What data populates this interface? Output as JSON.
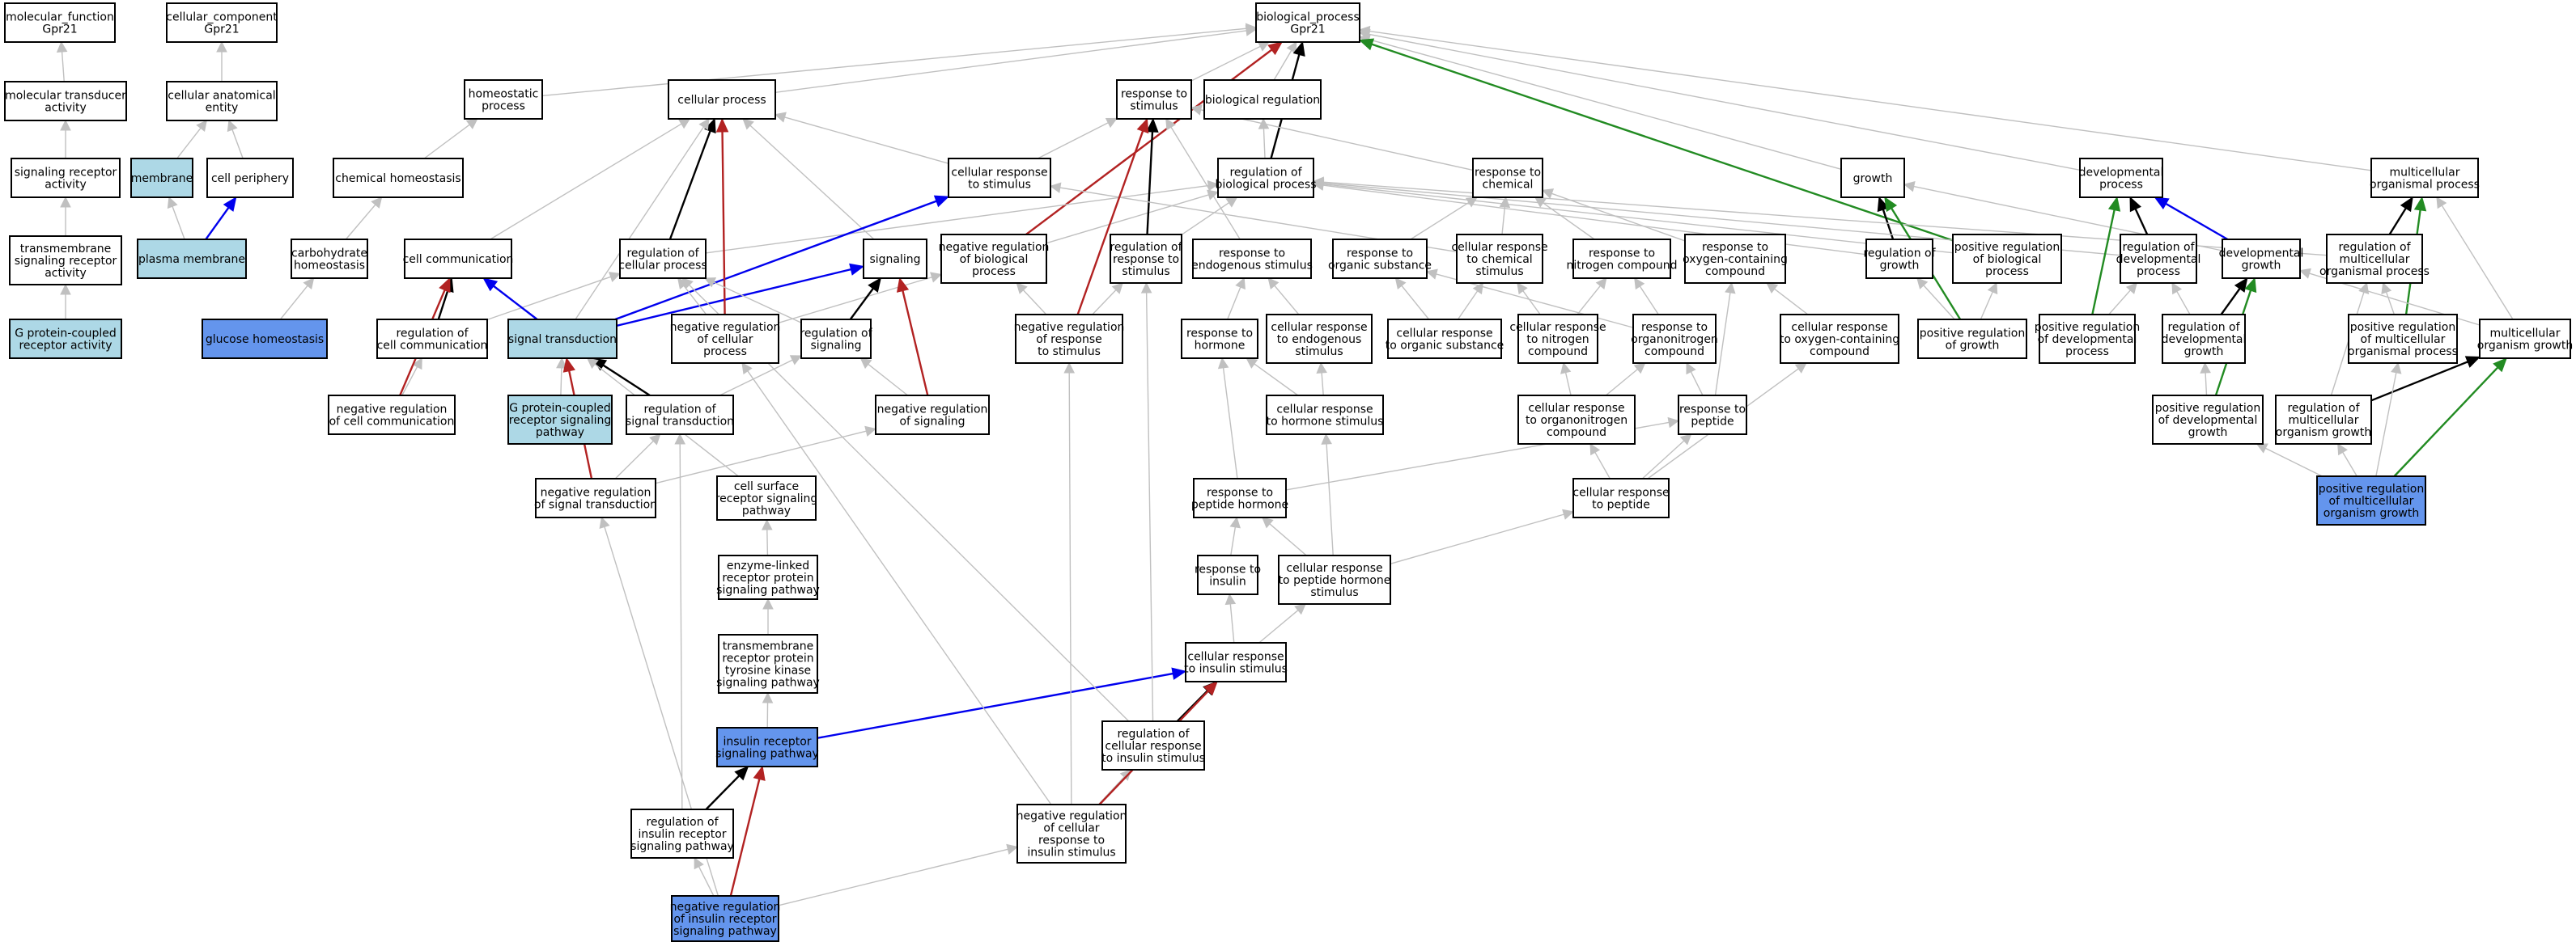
{
  "colors": {
    "plain": "#ffffff",
    "light": "#add8e6",
    "dark": "#6495ed",
    "edge_gray": "#c0c0c0",
    "edge_black": "#000000",
    "edge_red": "#b22222",
    "edge_blue": "#0000ee",
    "edge_green": "#228b22"
  },
  "nodes": [
    {
      "id": "mf",
      "lines": [
        "molecular_function",
        "Gpr21"
      ],
      "fill": "plain"
    },
    {
      "id": "cc",
      "lines": [
        "cellular_component",
        "Gpr21"
      ],
      "fill": "plain"
    },
    {
      "id": "bp",
      "lines": [
        "biological_process",
        "Gpr21"
      ],
      "fill": "plain"
    },
    {
      "id": "mta",
      "lines": [
        "molecular transducer",
        "activity"
      ],
      "fill": "plain"
    },
    {
      "id": "cae",
      "lines": [
        "cellular anatomical",
        "entity"
      ],
      "fill": "plain"
    },
    {
      "id": "sra",
      "lines": [
        "signaling receptor",
        "activity"
      ],
      "fill": "plain"
    },
    {
      "id": "membrane",
      "lines": [
        "membrane"
      ],
      "fill": "light"
    },
    {
      "id": "cellper",
      "lines": [
        "cell periphery"
      ],
      "fill": "plain"
    },
    {
      "id": "tsra",
      "lines": [
        "transmembrane",
        "signaling receptor",
        "activity"
      ],
      "fill": "plain"
    },
    {
      "id": "pm",
      "lines": [
        "plasma membrane"
      ],
      "fill": "light"
    },
    {
      "id": "gpcra",
      "lines": [
        "G protein-coupled",
        "receptor activity"
      ],
      "fill": "light"
    },
    {
      "id": "homeo",
      "lines": [
        "homeostatic",
        "process"
      ],
      "fill": "plain"
    },
    {
      "id": "chemhomeo",
      "lines": [
        "chemical homeostasis"
      ],
      "fill": "plain"
    },
    {
      "id": "carbhomeo",
      "lines": [
        "carbohydrate",
        "homeostasis"
      ],
      "fill": "plain"
    },
    {
      "id": "glucose",
      "lines": [
        "glucose homeostasis"
      ],
      "fill": "dark"
    },
    {
      "id": "cellproc",
      "lines": [
        "cellular process"
      ],
      "fill": "plain"
    },
    {
      "id": "rts",
      "lines": [
        "response to",
        "stimulus"
      ],
      "fill": "plain"
    },
    {
      "id": "bioreg",
      "lines": [
        "biological regulation"
      ],
      "fill": "plain"
    },
    {
      "id": "crts",
      "lines": [
        "cellular response",
        "to stimulus"
      ],
      "fill": "plain"
    },
    {
      "id": "robp",
      "lines": [
        "regulation of",
        "biological process"
      ],
      "fill": "plain"
    },
    {
      "id": "rtchem",
      "lines": [
        "response to",
        "chemical"
      ],
      "fill": "plain"
    },
    {
      "id": "growth",
      "lines": [
        "growth"
      ],
      "fill": "plain"
    },
    {
      "id": "devproc",
      "lines": [
        "developmental",
        "process"
      ],
      "fill": "plain"
    },
    {
      "id": "mop",
      "lines": [
        "multicellular",
        "organismal process"
      ],
      "fill": "plain"
    },
    {
      "id": "cellcomm",
      "lines": [
        "cell communication"
      ],
      "fill": "plain"
    },
    {
      "id": "rocp",
      "lines": [
        "regulation of",
        "cellular process"
      ],
      "fill": "plain"
    },
    {
      "id": "signaling",
      "lines": [
        "signaling"
      ],
      "fill": "plain"
    },
    {
      "id": "nrbp",
      "lines": [
        "negative regulation",
        "of biological",
        "process"
      ],
      "fill": "plain"
    },
    {
      "id": "rors",
      "lines": [
        "regulation of",
        "response to",
        "stimulus"
      ],
      "fill": "plain"
    },
    {
      "id": "rtes",
      "lines": [
        "response to",
        "endogenous stimulus"
      ],
      "fill": "plain"
    },
    {
      "id": "rtos",
      "lines": [
        "response to",
        "organic substance"
      ],
      "fill": "plain"
    },
    {
      "id": "crtcs",
      "lines": [
        "cellular response",
        "to chemical",
        "stimulus"
      ],
      "fill": "plain"
    },
    {
      "id": "rtnc",
      "lines": [
        "response to",
        "nitrogen compound"
      ],
      "fill": "plain"
    },
    {
      "id": "rtocc",
      "lines": [
        "response to",
        "oxygen-containing",
        "compound"
      ],
      "fill": "plain"
    },
    {
      "id": "rog",
      "lines": [
        "regulation of",
        "growth"
      ],
      "fill": "plain"
    },
    {
      "id": "prbp",
      "lines": [
        "positive regulation",
        "of biological",
        "process"
      ],
      "fill": "plain"
    },
    {
      "id": "rodp",
      "lines": [
        "regulation of",
        "developmental",
        "process"
      ],
      "fill": "plain"
    },
    {
      "id": "devgrowth",
      "lines": [
        "developmental",
        "growth"
      ],
      "fill": "plain"
    },
    {
      "id": "romop",
      "lines": [
        "regulation of",
        "multicellular",
        "organismal process"
      ],
      "fill": "plain"
    },
    {
      "id": "rocc",
      "lines": [
        "regulation of",
        "cell communication"
      ],
      "fill": "plain"
    },
    {
      "id": "sigtrans",
      "lines": [
        "signal transduction"
      ],
      "fill": "light"
    },
    {
      "id": "nrcp",
      "lines": [
        "negative regulation",
        "of cellular",
        "process"
      ],
      "fill": "plain"
    },
    {
      "id": "ros",
      "lines": [
        "regulation of",
        "signaling"
      ],
      "fill": "plain"
    },
    {
      "id": "nrrs",
      "lines": [
        "negative regulation",
        "of response",
        "to stimulus"
      ],
      "fill": "plain"
    },
    {
      "id": "rthormone",
      "lines": [
        "response to",
        "hormone"
      ],
      "fill": "plain"
    },
    {
      "id": "crtes",
      "lines": [
        "cellular response",
        "to endogenous",
        "stimulus"
      ],
      "fill": "plain"
    },
    {
      "id": "crtos",
      "lines": [
        "cellular response",
        "to organic substance"
      ],
      "fill": "plain"
    },
    {
      "id": "crtnc",
      "lines": [
        "cellular response",
        "to nitrogen",
        "compound"
      ],
      "fill": "plain"
    },
    {
      "id": "rtonc",
      "lines": [
        "response to",
        "organonitrogen",
        "compound"
      ],
      "fill": "plain"
    },
    {
      "id": "crtocc",
      "lines": [
        "cellular response",
        "to oxygen-containing",
        "compound"
      ],
      "fill": "plain"
    },
    {
      "id": "prog",
      "lines": [
        "positive regulation",
        "of growth"
      ],
      "fill": "plain"
    },
    {
      "id": "prdp",
      "lines": [
        "positive regulation",
        "of developmental",
        "process"
      ],
      "fill": "plain"
    },
    {
      "id": "rodg",
      "lines": [
        "regulation of",
        "developmental",
        "growth"
      ],
      "fill": "plain"
    },
    {
      "id": "prmop",
      "lines": [
        "positive regulation",
        "of multicellular",
        "organismal process"
      ],
      "fill": "plain"
    },
    {
      "id": "mog",
      "lines": [
        "multicellular",
        "organism growth"
      ],
      "fill": "plain"
    },
    {
      "id": "nrcc",
      "lines": [
        "negative regulation",
        "of cell communication"
      ],
      "fill": "plain"
    },
    {
      "id": "gpcrsp",
      "lines": [
        "G protein-coupled",
        "receptor signaling",
        "pathway"
      ],
      "fill": "light"
    },
    {
      "id": "rost",
      "lines": [
        "regulation of",
        "signal transduction"
      ],
      "fill": "plain"
    },
    {
      "id": "nrsig",
      "lines": [
        "negative regulation",
        "of signaling"
      ],
      "fill": "plain"
    },
    {
      "id": "crths",
      "lines": [
        "cellular response",
        "to hormone stimulus"
      ],
      "fill": "plain"
    },
    {
      "id": "crtonc",
      "lines": [
        "cellular response",
        "to organonitrogen",
        "compound"
      ],
      "fill": "plain"
    },
    {
      "id": "rtpep",
      "lines": [
        "response to",
        "peptide"
      ],
      "fill": "plain"
    },
    {
      "id": "prdg",
      "lines": [
        "positive regulation",
        "of developmental",
        "growth"
      ],
      "fill": "plain"
    },
    {
      "id": "romog",
      "lines": [
        "regulation of",
        "multicellular",
        "organism growth"
      ],
      "fill": "plain"
    },
    {
      "id": "nrst",
      "lines": [
        "negative regulation",
        "of signal transduction"
      ],
      "fill": "plain"
    },
    {
      "id": "csrsp",
      "lines": [
        "cell surface",
        "receptor signaling",
        "pathway"
      ],
      "fill": "plain"
    },
    {
      "id": "rtph",
      "lines": [
        "response to",
        "peptide hormone"
      ],
      "fill": "plain"
    },
    {
      "id": "crtpep",
      "lines": [
        "cellular response",
        "to peptide"
      ],
      "fill": "plain"
    },
    {
      "id": "prmog",
      "lines": [
        "positive regulation",
        "of multicellular",
        "organism growth"
      ],
      "fill": "dark"
    },
    {
      "id": "elrpsp",
      "lines": [
        "enzyme-linked",
        "receptor protein",
        "signaling pathway"
      ],
      "fill": "plain"
    },
    {
      "id": "rtinsulin",
      "lines": [
        "response to",
        "insulin"
      ],
      "fill": "plain"
    },
    {
      "id": "crtphs",
      "lines": [
        "cellular response",
        "to peptide hormone",
        "stimulus"
      ],
      "fill": "plain"
    },
    {
      "id": "trptksp",
      "lines": [
        "transmembrane",
        "receptor protein",
        "tyrosine kinase",
        "signaling pathway"
      ],
      "fill": "plain"
    },
    {
      "id": "crtis",
      "lines": [
        "cellular response",
        "to insulin stimulus"
      ],
      "fill": "plain"
    },
    {
      "id": "irsp",
      "lines": [
        "insulin receptor",
        "signaling pathway"
      ],
      "fill": "dark"
    },
    {
      "id": "rocris",
      "lines": [
        "regulation of",
        "cellular response",
        "to insulin stimulus"
      ],
      "fill": "plain"
    },
    {
      "id": "roirsp",
      "lines": [
        "regulation of",
        "insulin receptor",
        "signaling pathway"
      ],
      "fill": "plain"
    },
    {
      "id": "nrcris",
      "lines": [
        "negative regulation",
        "of cellular",
        "response to",
        "insulin stimulus"
      ],
      "fill": "plain"
    },
    {
      "id": "nrirsp",
      "lines": [
        "negative regulation",
        "of insulin receptor",
        "signaling pathway"
      ],
      "fill": "dark"
    }
  ],
  "edges": [
    [
      "mta",
      "mf",
      "gray"
    ],
    [
      "sra",
      "mta",
      "gray"
    ],
    [
      "tsra",
      "sra",
      "gray"
    ],
    [
      "gpcra",
      "tsra",
      "gray"
    ],
    [
      "cae",
      "cc",
      "gray"
    ],
    [
      "membrane",
      "cae",
      "gray"
    ],
    [
      "cellper",
      "cae",
      "gray"
    ],
    [
      "pm",
      "membrane",
      "gray"
    ],
    [
      "pm",
      "cellper",
      "blue"
    ],
    [
      "homeo",
      "bp",
      "gray"
    ],
    [
      "chemhomeo",
      "homeo",
      "gray"
    ],
    [
      "carbhomeo",
      "chemhomeo",
      "gray"
    ],
    [
      "glucose",
      "carbhomeo",
      "gray"
    ],
    [
      "cellproc",
      "bp",
      "gray"
    ],
    [
      "rts",
      "bp",
      "gray"
    ],
    [
      "bioreg",
      "bp",
      "gray"
    ],
    [
      "robp",
      "bp",
      "black"
    ],
    [
      "robp",
      "bioreg",
      "gray"
    ],
    [
      "growth",
      "bp",
      "gray"
    ],
    [
      "devproc",
      "bp",
      "gray"
    ],
    [
      "mop",
      "bp",
      "gray"
    ],
    [
      "prbp",
      "bp",
      "green"
    ],
    [
      "nrbp",
      "bp",
      "red"
    ],
    [
      "crts",
      "rts",
      "gray"
    ],
    [
      "crts",
      "cellproc",
      "gray"
    ],
    [
      "rtchem",
      "rts",
      "gray"
    ],
    [
      "cellcomm",
      "cellproc",
      "gray"
    ],
    [
      "rocp",
      "cellproc",
      "black"
    ],
    [
      "rocp",
      "robp",
      "gray"
    ],
    [
      "signaling",
      "cellproc",
      "gray"
    ],
    [
      "nrbp",
      "robp",
      "gray"
    ],
    [
      "rors",
      "rts",
      "black"
    ],
    [
      "rors",
      "robp",
      "gray"
    ],
    [
      "rtes",
      "rts",
      "gray"
    ],
    [
      "rtos",
      "rtchem",
      "gray"
    ],
    [
      "crtcs",
      "rtchem",
      "gray"
    ],
    [
      "crtcs",
      "crts",
      "gray"
    ],
    [
      "rtnc",
      "rtchem",
      "gray"
    ],
    [
      "rtocc",
      "rtchem",
      "gray"
    ],
    [
      "rog",
      "growth",
      "black"
    ],
    [
      "rog",
      "robp",
      "gray"
    ],
    [
      "prbp",
      "robp",
      "gray"
    ],
    [
      "rodp",
      "devproc",
      "black"
    ],
    [
      "rodp",
      "robp",
      "gray"
    ],
    [
      "devgrowth",
      "devproc",
      "blue"
    ],
    [
      "devgrowth",
      "growth",
      "gray"
    ],
    [
      "romop",
      "mop",
      "black"
    ],
    [
      "romop",
      "robp",
      "gray"
    ],
    [
      "rocc",
      "cellcomm",
      "black"
    ],
    [
      "rocc",
      "rocp",
      "gray"
    ],
    [
      "sigtrans",
      "cellcomm",
      "blue"
    ],
    [
      "sigtrans",
      "signaling",
      "blue"
    ],
    [
      "sigtrans",
      "crts",
      "blue"
    ],
    [
      "sigtrans",
      "cellproc",
      "gray"
    ],
    [
      "nrcp",
      "rocp",
      "gray"
    ],
    [
      "nrcp",
      "nrbp",
      "gray"
    ],
    [
      "nrcp",
      "cellproc",
      "red"
    ],
    [
      "ros",
      "signaling",
      "black"
    ],
    [
      "ros",
      "rocp",
      "gray"
    ],
    [
      "nrrs",
      "rors",
      "gray"
    ],
    [
      "nrrs",
      "nrbp",
      "gray"
    ],
    [
      "nrrs",
      "rts",
      "red"
    ],
    [
      "rthormone",
      "rtes",
      "gray"
    ],
    [
      "crtes",
      "rtes",
      "gray"
    ],
    [
      "crtos",
      "rtos",
      "gray"
    ],
    [
      "crtos",
      "crtcs",
      "gray"
    ],
    [
      "crtnc",
      "rtnc",
      "gray"
    ],
    [
      "crtnc",
      "crtcs",
      "gray"
    ],
    [
      "rtonc",
      "rtnc",
      "gray"
    ],
    [
      "rtonc",
      "rtos",
      "gray"
    ],
    [
      "crtocc",
      "rtocc",
      "gray"
    ],
    [
      "prog",
      "rog",
      "gray"
    ],
    [
      "prog",
      "growth",
      "green"
    ],
    [
      "prog",
      "prbp",
      "gray"
    ],
    [
      "prdp",
      "rodp",
      "gray"
    ],
    [
      "prdp",
      "devproc",
      "green"
    ],
    [
      "rodg",
      "rodp",
      "gray"
    ],
    [
      "rodg",
      "devgrowth",
      "black"
    ],
    [
      "prmop",
      "romop",
      "gray"
    ],
    [
      "prmop",
      "mop",
      "green"
    ],
    [
      "mog",
      "devgrowth",
      "gray"
    ],
    [
      "mog",
      "mop",
      "gray"
    ],
    [
      "nrcc",
      "rocc",
      "gray"
    ],
    [
      "nrcc",
      "cellcomm",
      "red"
    ],
    [
      "gpcrsp",
      "sigtrans",
      "gray"
    ],
    [
      "rost",
      "sigtrans",
      "black"
    ],
    [
      "rost",
      "ros",
      "gray"
    ],
    [
      "nrsig",
      "ros",
      "gray"
    ],
    [
      "nrsig",
      "signaling",
      "red"
    ],
    [
      "crths",
      "rthormone",
      "gray"
    ],
    [
      "crths",
      "crtes",
      "gray"
    ],
    [
      "crtonc",
      "rtonc",
      "gray"
    ],
    [
      "crtonc",
      "crtnc",
      "gray"
    ],
    [
      "rtpep",
      "rtonc",
      "gray"
    ],
    [
      "rtpep",
      "rtocc",
      "gray"
    ],
    [
      "prdg",
      "rodg",
      "gray"
    ],
    [
      "prdg",
      "devgrowth",
      "green"
    ],
    [
      "romog",
      "mog",
      "black"
    ],
    [
      "romog",
      "romop",
      "gray"
    ],
    [
      "nrst",
      "rost",
      "gray"
    ],
    [
      "nrst",
      "nrsig",
      "gray"
    ],
    [
      "nrst",
      "sigtrans",
      "red"
    ],
    [
      "csrsp",
      "sigtrans",
      "gray"
    ],
    [
      "rtph",
      "rtpep",
      "gray"
    ],
    [
      "rtph",
      "rthormone",
      "gray"
    ],
    [
      "crtpep",
      "rtpep",
      "gray"
    ],
    [
      "crtpep",
      "crtonc",
      "gray"
    ],
    [
      "crtpep",
      "crtocc",
      "gray"
    ],
    [
      "prmog",
      "romog",
      "gray"
    ],
    [
      "prmog",
      "mog",
      "green"
    ],
    [
      "prmog",
      "prmop",
      "gray"
    ],
    [
      "prmog",
      "prdg",
      "gray"
    ],
    [
      "elrpsp",
      "csrsp",
      "gray"
    ],
    [
      "rtinsulin",
      "rtph",
      "gray"
    ],
    [
      "crtphs",
      "rtph",
      "gray"
    ],
    [
      "crtphs",
      "crths",
      "gray"
    ],
    [
      "crtphs",
      "crtpep",
      "gray"
    ],
    [
      "trptksp",
      "elrpsp",
      "gray"
    ],
    [
      "crtis",
      "rtinsulin",
      "gray"
    ],
    [
      "crtis",
      "crtphs",
      "gray"
    ],
    [
      "irsp",
      "trptksp",
      "gray"
    ],
    [
      "irsp",
      "crtis",
      "blue"
    ],
    [
      "rocris",
      "crtis",
      "black"
    ],
    [
      "rocris",
      "rors",
      "gray"
    ],
    [
      "rocris",
      "rocp",
      "gray"
    ],
    [
      "roirsp",
      "irsp",
      "black"
    ],
    [
      "roirsp",
      "rost",
      "gray"
    ],
    [
      "nrcris",
      "rocris",
      "gray"
    ],
    [
      "nrcris",
      "crtis",
      "red"
    ],
    [
      "nrcris",
      "nrrs",
      "gray"
    ],
    [
      "nrcris",
      "nrcp",
      "gray"
    ],
    [
      "nrirsp",
      "roirsp",
      "gray"
    ],
    [
      "nrirsp",
      "irsp",
      "red"
    ],
    [
      "nrirsp",
      "nrst",
      "gray"
    ],
    [
      "nrirsp",
      "nrcris",
      "gray"
    ]
  ]
}
